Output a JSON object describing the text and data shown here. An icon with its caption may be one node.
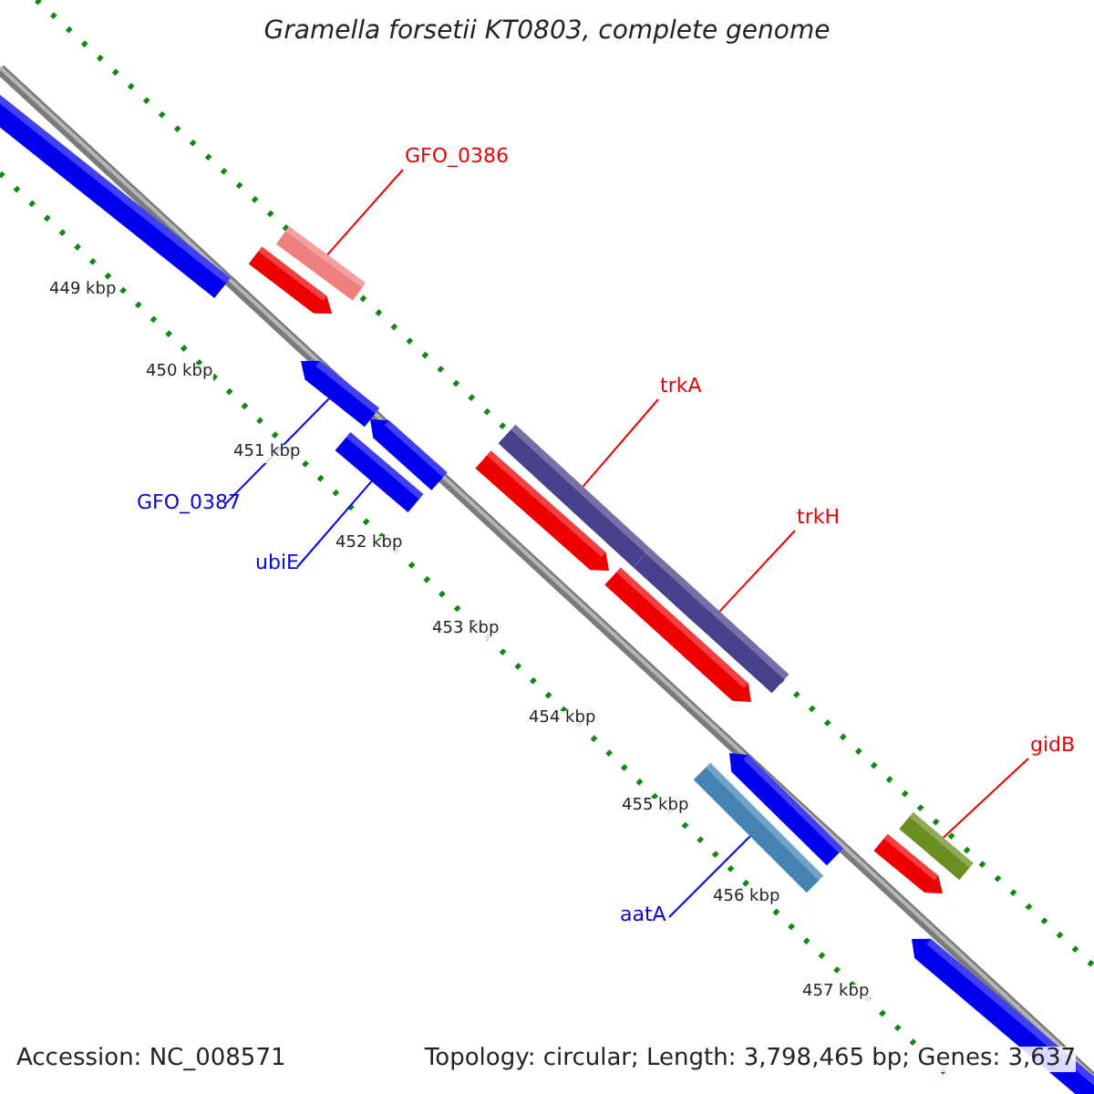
{
  "diagram": {
    "title": "Gramella forsetii KT0803, complete genome",
    "nodes": [
      {
        "text": [
          "GFO_0386"
        ]
      },
      {
        "text": [
          "trkA"
        ]
      },
      {
        "text": [
          "GFO_0387"
        ]
      },
      {
        "text": [
          "trkH"
        ]
      },
      {
        "text": [
          "ubiE"
        ]
      },
      {
        "text": [
          "gidB"
        ]
      },
      {
        "text": [
          "aatA"
        ]
      },
      {
        "text": [],
        "shape": "bar"
      },
      {
        "text": [],
        "shape": "arrow"
      },
      {
        "text": [],
        "shape": "bar"
      },
      {
        "text": [],
        "shape": "bar"
      },
      {
        "text": [],
        "shape": "bar"
      },
      {
        "text": [],
        "shape": "bar"
      },
      {
        "text": [],
        "shape": "bar"
      }
    ],
    "edges": [
      {
        "from": 0,
        "to": 7,
        "arrow": "none"
      },
      {
        "from": 1,
        "to": 10,
        "arrow": "none"
      },
      {
        "from": 2,
        "to": 8,
        "arrow": "none",
        "color": "#0000ff"
      },
      {
        "from": 3,
        "to": 11,
        "arrow": "none"
      },
      {
        "from": 4,
        "to": 9,
        "arrow": "none",
        "color": "#0000ff"
      },
      {
        "from": 5,
        "to": 13,
        "arrow": "none"
      },
      {
        "from": 6,
        "to": 12,
        "arrow": "none",
        "color": "#0000ff"
      }
    ],
    "labels": [
      "449 kbp",
      "450 kbp",
      "451 kbp",
      "452 kbp",
      "453 kbp",
      "454 kbp",
      "455 kbp",
      "456 kbp",
      "457 kbp",
      "Accession: NC_008571",
      "Topology: circular; Length: 3,798,465 bp; Genes: 3,637"
    ]
  }
}
